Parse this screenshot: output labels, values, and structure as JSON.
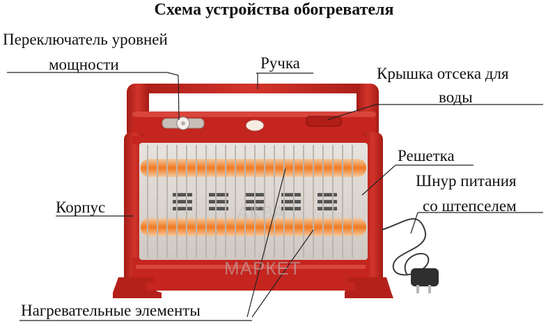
{
  "title": "Схема устройства обогревателя",
  "labels": {
    "power_switch_line1": "Переключатель уровней",
    "power_switch_line2": "мощности",
    "handle": "Ручка",
    "water_cover_line1": "Крышка отсека для",
    "water_cover_line2": "воды",
    "grille": "Решетка",
    "cord_line1": "Шнур питания",
    "cord_line2": "со штепселем",
    "body": "Корпус",
    "heating_elements": "Нагревательные элементы"
  },
  "watermark": {
    "line1": "АКВА",
    "line2": "МАРКЕТ"
  },
  "colors": {
    "body": "#c8261f",
    "body_dark": "#8e1410",
    "body_light": "#e05048",
    "heater_glow": "#f08a2a",
    "grille": "#d8d2cc",
    "line": "#222222"
  }
}
